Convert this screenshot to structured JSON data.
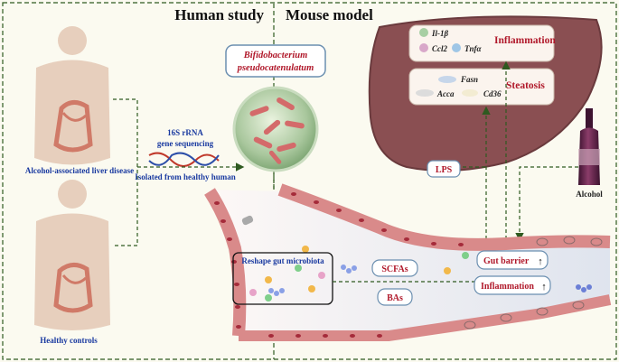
{
  "headers": {
    "left": "Human study",
    "right": "Mouse model"
  },
  "human": {
    "disease_label": "Alcohol-associated liver disease",
    "control_label": "Healthy controls",
    "sequencing_line1": "16S rRNA",
    "sequencing_line2": "gene sequencing",
    "isolated_label": "Isolated from healthy human"
  },
  "bacterium": {
    "line1": "Bifidobacterium",
    "line2": "pseudocatenulatum"
  },
  "liver": {
    "inflammation": {
      "title": "Inflammation",
      "genes": [
        "Il-1β",
        "Ccl2",
        "Tnfα"
      ]
    },
    "steatosis": {
      "title": "Steatosis",
      "genes": [
        "Fasn",
        "Acca",
        "Cd36"
      ]
    }
  },
  "gut": {
    "reshape_label": "Reshape gut microbiota",
    "lps_label": "LPS",
    "scfas_label": "SCFAs",
    "bas_label": "BAs",
    "barrier_label": "Gut barrier",
    "barrier_arrow": "↑",
    "inflammation_label": "Inflammation",
    "inflammation_arrow": "↑"
  },
  "alcohol_label": "Alcohol",
  "colors": {
    "title_blue": "#1a3aa0",
    "label_red": "#b0182a",
    "liver": "#8a4f52",
    "dashed_green": "#2f5a20",
    "gut_wall": "#d98a8a"
  }
}
